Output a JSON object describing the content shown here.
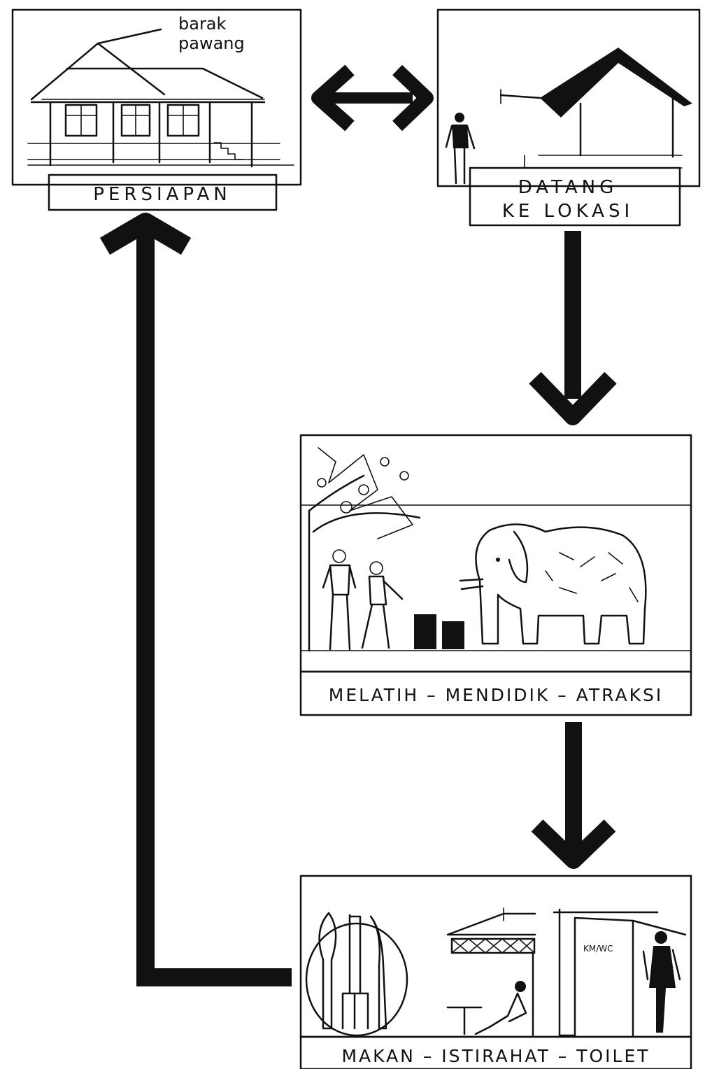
{
  "stages": {
    "persiapan": {
      "label": "PERSIAPAN",
      "note_line1": "barak",
      "note_line2": "pawang"
    },
    "datang": {
      "label_line1": "DATANG",
      "label_line2": "KE LOKASI"
    },
    "melatih": {
      "label": "MELATIH – MENDIDIK – ATRAKSI"
    },
    "makan": {
      "label": "MAKAN – ISTIRAHAT – TOILET",
      "toilet_sign": "KM/WC"
    }
  },
  "icons": {
    "house": "house-sketch-icon",
    "shelter": "shelter-sketch-icon",
    "elephant": "elephant-sketch-icon",
    "cutlery": "cutlery-icon",
    "rest": "rest-shelter-icon",
    "toilet": "toilet-icon"
  },
  "colors": {
    "ink": "#111111",
    "background": "#ffffff"
  }
}
